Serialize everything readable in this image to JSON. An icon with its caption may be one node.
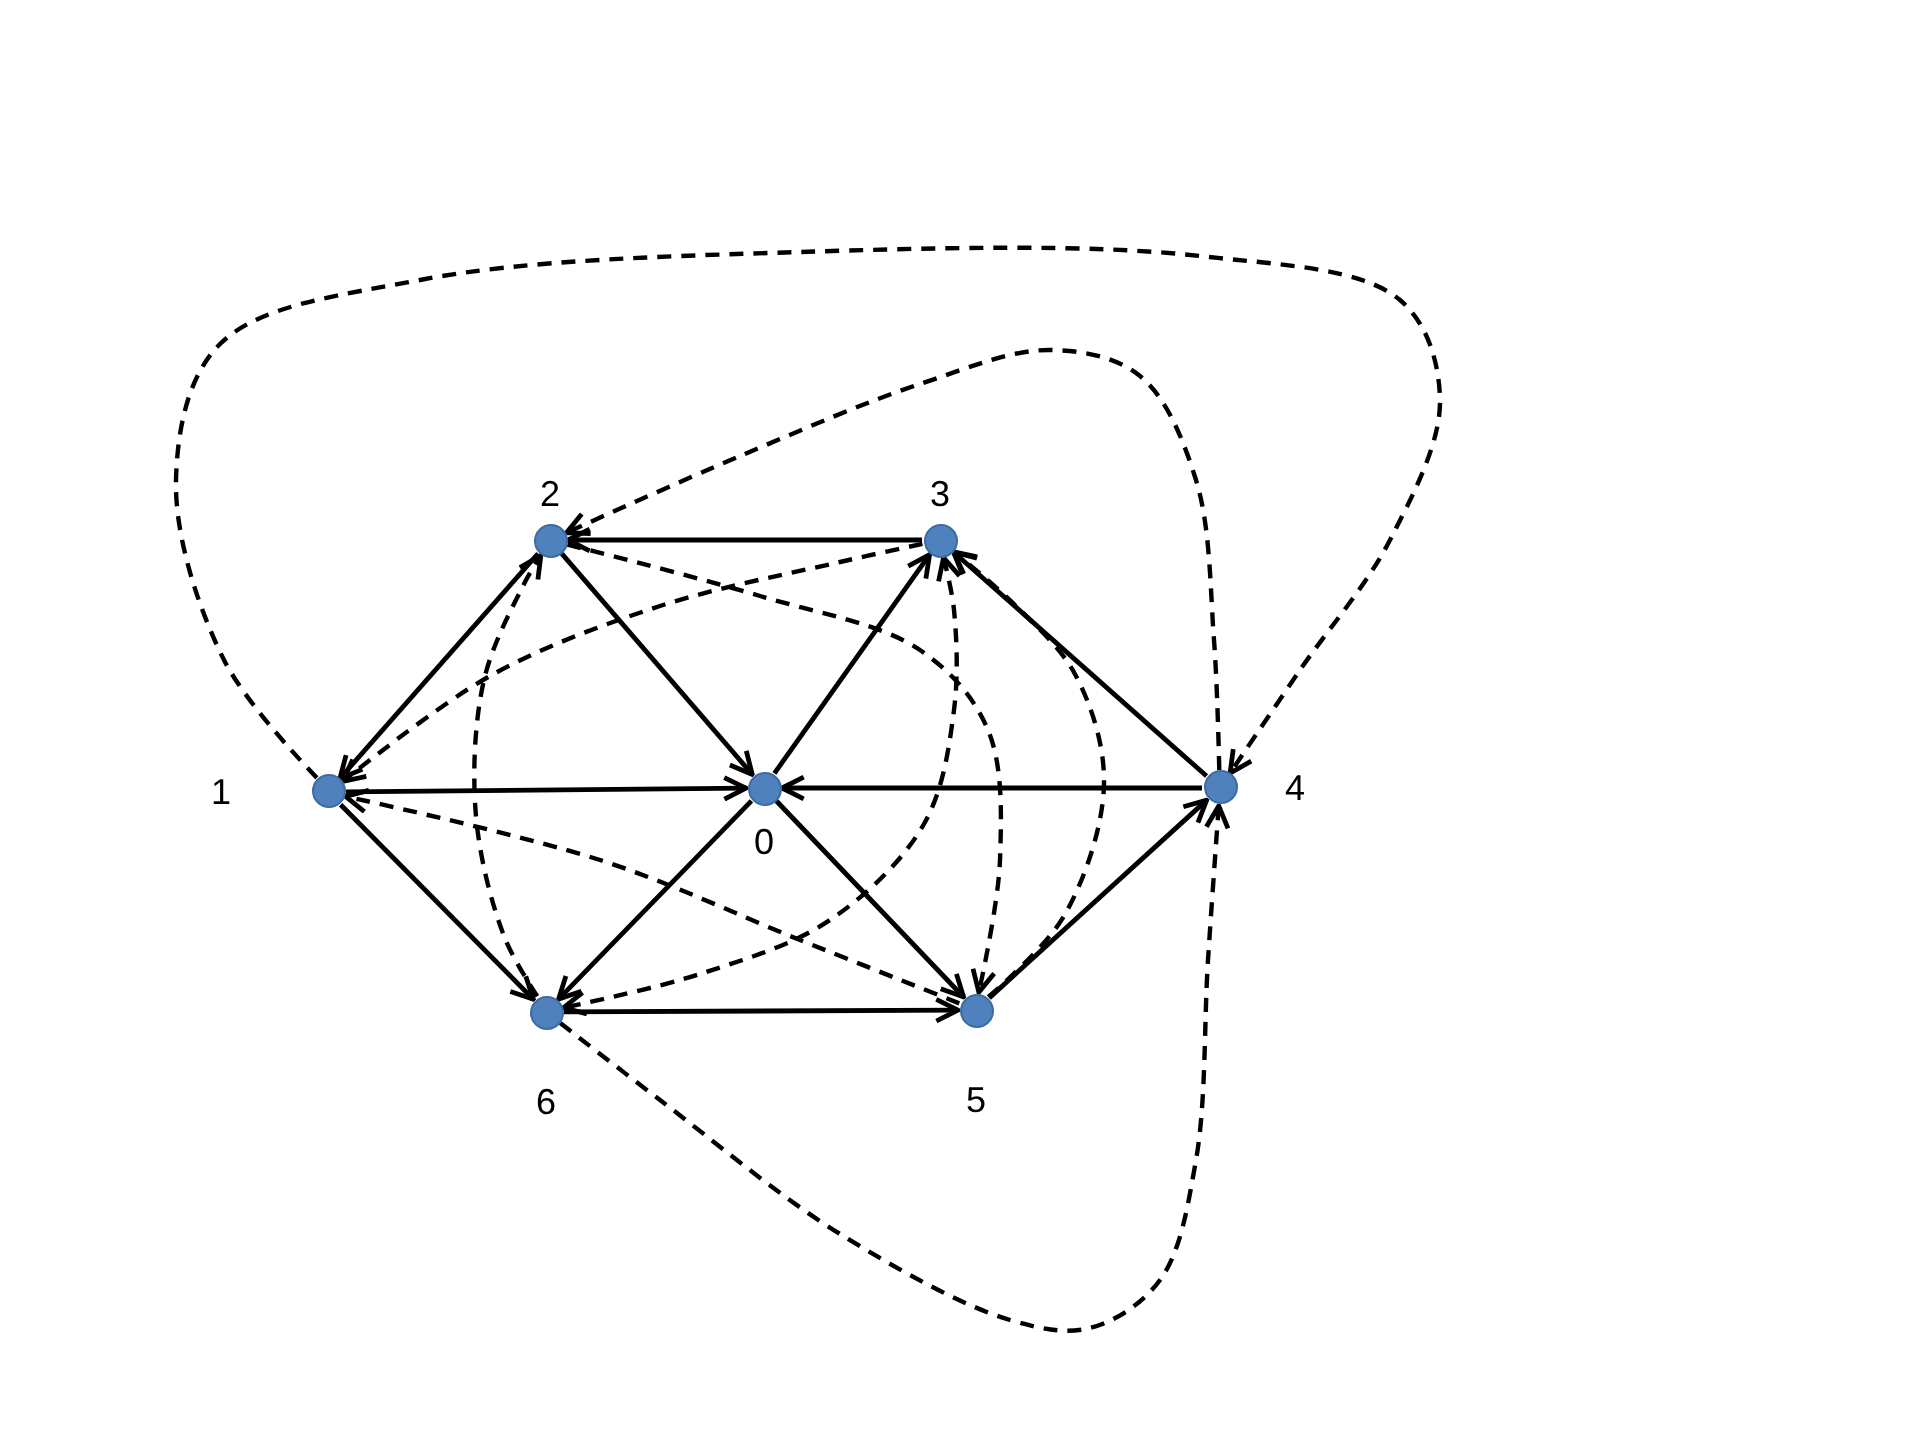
{
  "diagram": {
    "nodes": [
      {
        "text": [
          "2"
        ]
      },
      {
        "text": [
          "3"
        ]
      },
      {
        "text": [
          "1"
        ]
      },
      {
        "text": [
          "0"
        ]
      },
      {
        "text": [
          "4"
        ]
      },
      {
        "text": [
          "6"
        ]
      },
      {
        "text": [
          "5"
        ]
      }
    ],
    "edges": [
      {
        "from": 1,
        "to": 0,
        "arrow": "to"
      },
      {
        "from": 0,
        "to": 2,
        "arrow": "to"
      },
      {
        "from": 0,
        "to": 3,
        "arrow": "to"
      },
      {
        "from": 2,
        "to": 3,
        "arrow": "to"
      },
      {
        "from": 2,
        "to": 5,
        "arrow": "to"
      },
      {
        "from": 3,
        "to": 1,
        "arrow": "to"
      },
      {
        "from": 3,
        "to": 5,
        "arrow": "to"
      },
      {
        "from": 3,
        "to": 6,
        "arrow": "to"
      },
      {
        "from": 4,
        "to": 3,
        "arrow": "to"
      },
      {
        "from": 4,
        "to": 1,
        "arrow": "to"
      },
      {
        "from": 5,
        "to": 6,
        "arrow": "to"
      },
      {
        "from": 6,
        "to": 4,
        "arrow": "to"
      },
      {
        "from": 2,
        "to": 4,
        "arrow": "to",
        "style": "dashed"
      },
      {
        "from": 4,
        "to": 0,
        "arrow": "to",
        "style": "dashed"
      },
      {
        "from": 5,
        "to": 4,
        "arrow": "to",
        "style": "dashed"
      },
      {
        "from": 1,
        "to": 2,
        "arrow": "to",
        "style": "dashed"
      },
      {
        "from": 0,
        "to": 6,
        "arrow": "to",
        "style": "dashed"
      },
      {
        "from": 6,
        "to": 2,
        "arrow": "to",
        "style": "dashed"
      },
      {
        "from": 1,
        "to": 5,
        "arrow": "both",
        "style": "dashed"
      },
      {
        "from": 6,
        "to": 1,
        "arrow": "to",
        "style": "dashed"
      },
      {
        "from": 5,
        "to": 0,
        "arrow": "to",
        "style": "dashed"
      }
    ]
  }
}
